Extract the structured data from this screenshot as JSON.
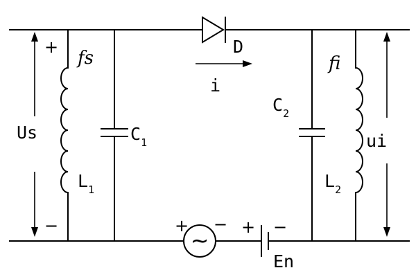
{
  "diagram": {
    "labels": {
      "diode": "D",
      "current": "i",
      "c1_main": "C",
      "c1_sub": "1",
      "c2_main": "C",
      "c2_sub": "2",
      "l1_main": "L",
      "l1_sub": "1",
      "l2_main": "L",
      "l2_sub": "2",
      "source_freq": "fs",
      "idler_freq": "fi",
      "source_voltage": "Us",
      "idler_voltage": "ui",
      "bias": "En"
    },
    "signs": {
      "us_plus": "+",
      "us_minus": "−",
      "ac_plus": "+",
      "ac_minus": "−",
      "en_plus": "+",
      "en_minus": "−",
      "ac_symbol": "~"
    }
  }
}
